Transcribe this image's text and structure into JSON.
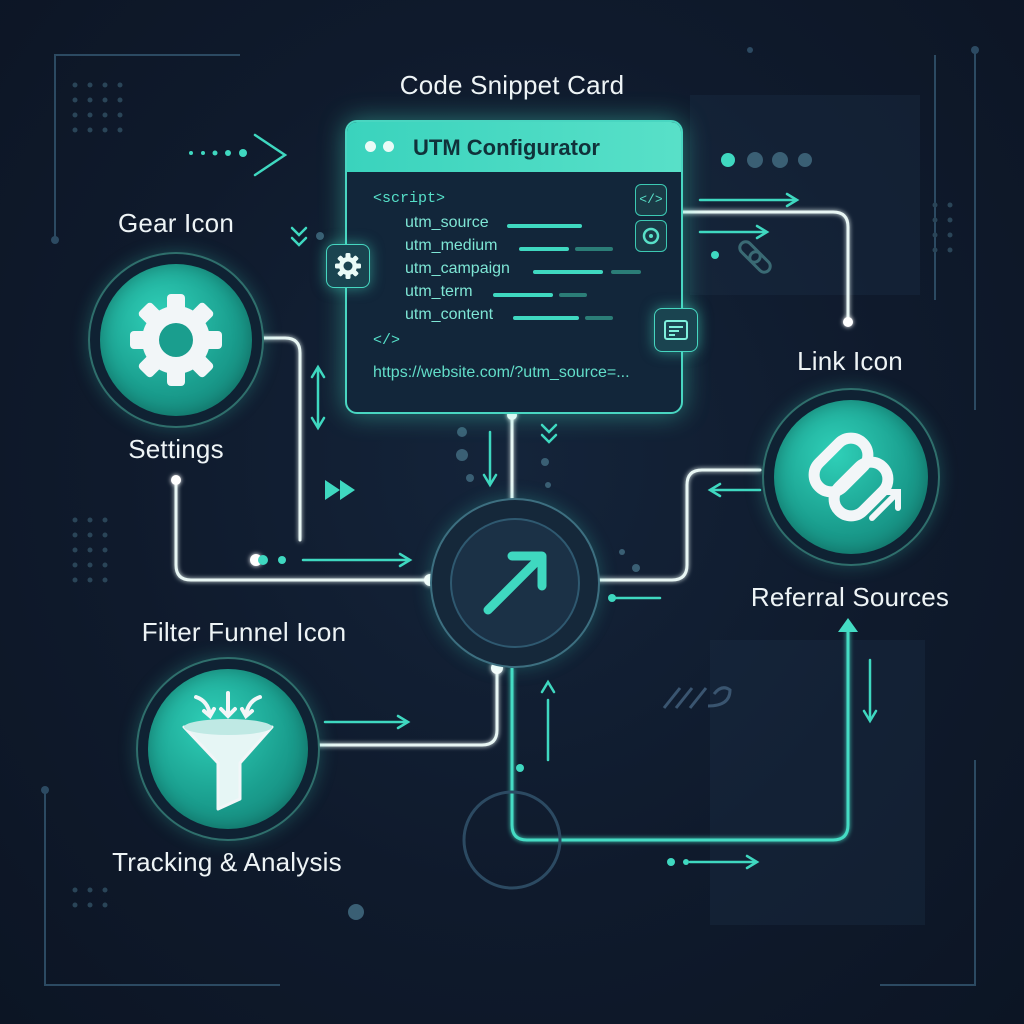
{
  "labels": {
    "code_snippet_card": "Code Snippet Card",
    "gear_icon": "Gear Icon",
    "settings": "Settings",
    "link_icon": "Link Icon",
    "referral_sources": "Referral Sources",
    "filter_funnel_icon": "Filter Funnel Icon",
    "tracking_analysis": "Tracking & Analysis"
  },
  "card": {
    "title": "UTM Configurator",
    "open_tag": "<script>",
    "close_tag": "</>",
    "code_icon": "</>",
    "params": [
      "utm_source",
      "utm_medium",
      "utm_campaign",
      "utm_term",
      "utm_content"
    ],
    "url": "https://website.com/?utm_source=..."
  },
  "colors": {
    "accent": "#3fd8c0",
    "background": "#0f1a2c",
    "node_fill": "#1a9e8e"
  },
  "icons": [
    "gear-icon",
    "link-icon",
    "filter-funnel-icon",
    "arrow-up-right-icon",
    "code-icon",
    "settings-small-icon",
    "list-icon"
  ]
}
